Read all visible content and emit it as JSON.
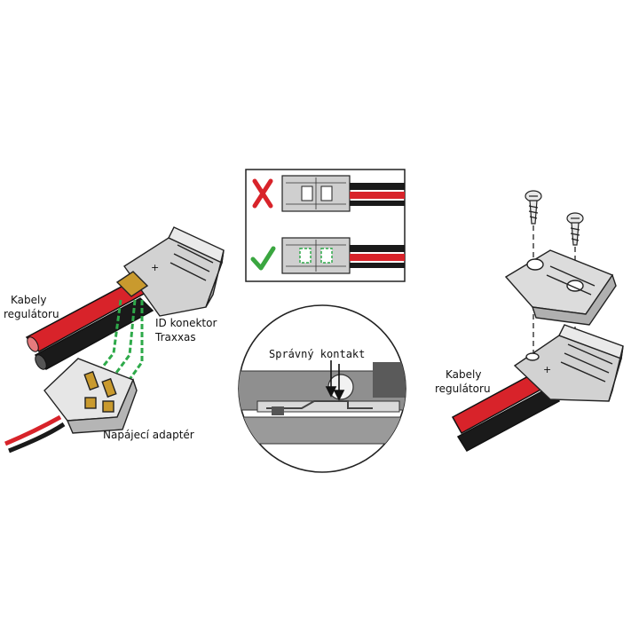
{
  "labels": {
    "left_wires_line1": "Kabely",
    "left_wires_line2": "regulátoru",
    "id_connector_line1": "ID konektor",
    "id_connector_line2": "Traxxas",
    "power_adapter": "Napájecí adaptér",
    "correct_contact": "Správný kontakt",
    "right_wires_line1": "Kabely",
    "right_wires_line2": "regulátoru"
  },
  "icons": {
    "wrong": "cross-mark-icon",
    "right": "check-mark-icon"
  },
  "colors": {
    "wire_red": "#d8232a",
    "wire_black": "#1a1a1a",
    "guide_green": "#2eaa4a",
    "cross_red": "#d8232a",
    "check_green": "#3aa640",
    "connector_gray": "#bdbdbd",
    "gold_pin": "#c99a2e"
  }
}
